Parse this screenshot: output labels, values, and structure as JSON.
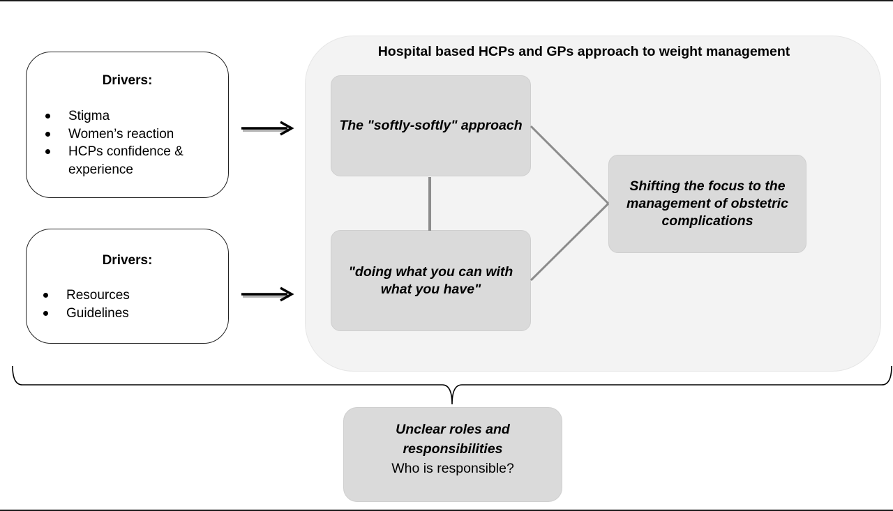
{
  "drivers_top": {
    "title": "Drivers:",
    "items": [
      "Stigma",
      "Women’s reaction",
      "HCPs confidence & experience"
    ]
  },
  "drivers_bottom": {
    "title": "Drivers:",
    "items": [
      "Resources",
      "Guidelines"
    ]
  },
  "main_panel": {
    "title": "Hospital based HCPs and GPs approach to weight management"
  },
  "themes": {
    "softly": "The \"softly-softly\" approach",
    "doing": "\"doing what you can with what you have\"",
    "shifting": "Shifting the focus to the management of obstetric complications"
  },
  "bottom_box": {
    "title": "Unclear roles and responsibilities",
    "subtitle": "Who is responsible?"
  }
}
